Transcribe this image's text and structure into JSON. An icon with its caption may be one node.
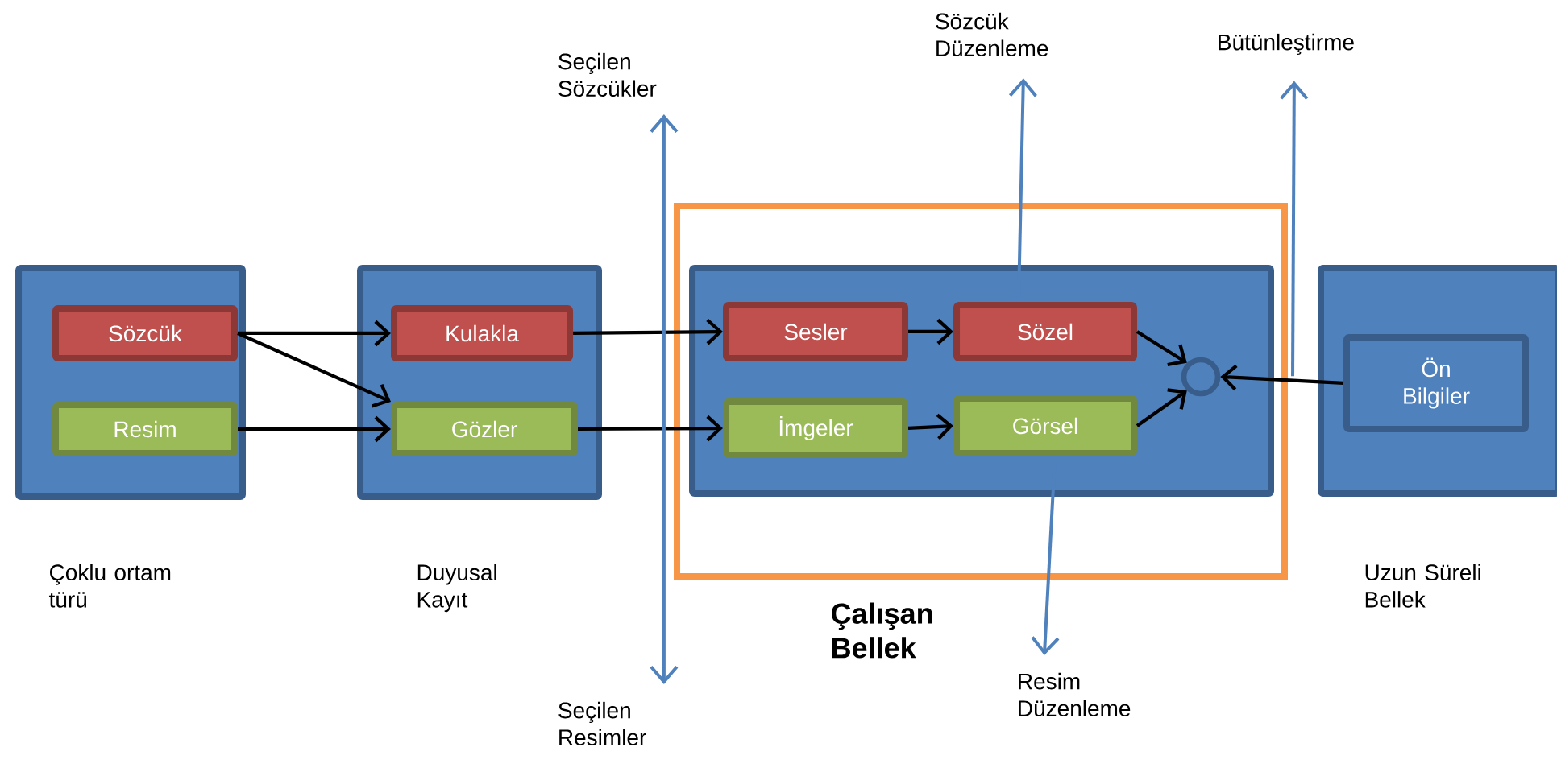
{
  "diagram": {
    "nodes": [
      {
        "text": [],
        "shape": "box",
        "beside": [
          "Çoklu ortam türü"
        ]
      },
      {
        "text": [
          "Sözcük"
        ],
        "in": 0
      },
      {
        "text": [
          "Resim"
        ],
        "in": 0
      },
      {
        "text": [],
        "shape": "box",
        "beside": [
          "Duyusal Kayıt"
        ]
      },
      {
        "text": [
          "Kulakla"
        ],
        "in": 3
      },
      {
        "text": [
          "Gözler"
        ],
        "in": 3
      },
      {
        "text": [
          "Çalışan Bellek"
        ]
      },
      {
        "text": [],
        "shape": "box",
        "in": 6
      },
      {
        "text": [
          "Sesler"
        ],
        "in": 7
      },
      {
        "text": [
          "Sözel"
        ],
        "in": 7
      },
      {
        "text": [
          "İmgeler"
        ],
        "in": 7
      },
      {
        "text": [
          "Görsel"
        ],
        "in": 7
      },
      {
        "text": [],
        "shape": "circle",
        "in": 7
      },
      {
        "text": [],
        "shape": "box",
        "beside": [
          "Uzun Süreli Bellek"
        ]
      },
      {
        "text": [
          "Ön Bilgiler"
        ],
        "in": 13
      },
      {
        "text": [
          "Seçilen Sözcükler"
        ]
      },
      {
        "text": [
          "Seçilen Resimler"
        ]
      },
      {
        "text": [
          "Sözcük Düzenleme"
        ]
      },
      {
        "text": [
          "Resim Düzenleme"
        ]
      },
      {
        "text": [
          "Bütünleştirme"
        ]
      }
    ],
    "edges": [
      {
        "from": 1,
        "to": 4,
        "arrow": "to"
      },
      {
        "from": 1,
        "to": 5,
        "arrow": "to"
      },
      {
        "from": 2,
        "to": 5,
        "arrow": "to"
      },
      {
        "from": 4,
        "to": 8,
        "arrow": "to"
      },
      {
        "from": 5,
        "to": 10,
        "arrow": "to"
      },
      {
        "from": 8,
        "to": 9,
        "arrow": "to"
      },
      {
        "from": 10,
        "to": 11,
        "arrow": "to"
      },
      {
        "from": 9,
        "to": 12,
        "arrow": "to"
      },
      {
        "from": 11,
        "to": 12,
        "arrow": "to"
      },
      {
        "from": 14,
        "to": 12,
        "arrow": "to"
      },
      {
        "from": 15,
        "to": 16,
        "arrow": "both",
        "color": "#4f81bd"
      },
      {
        "from": 9,
        "to": 17,
        "arrow": "to",
        "color": "#4f81bd"
      },
      {
        "from": 11,
        "to": 18,
        "arrow": "to",
        "color": "#4f81bd"
      },
      {
        "from": 6,
        "to": 19,
        "arrow": "to",
        "color": "#4f81bd"
      }
    ]
  }
}
